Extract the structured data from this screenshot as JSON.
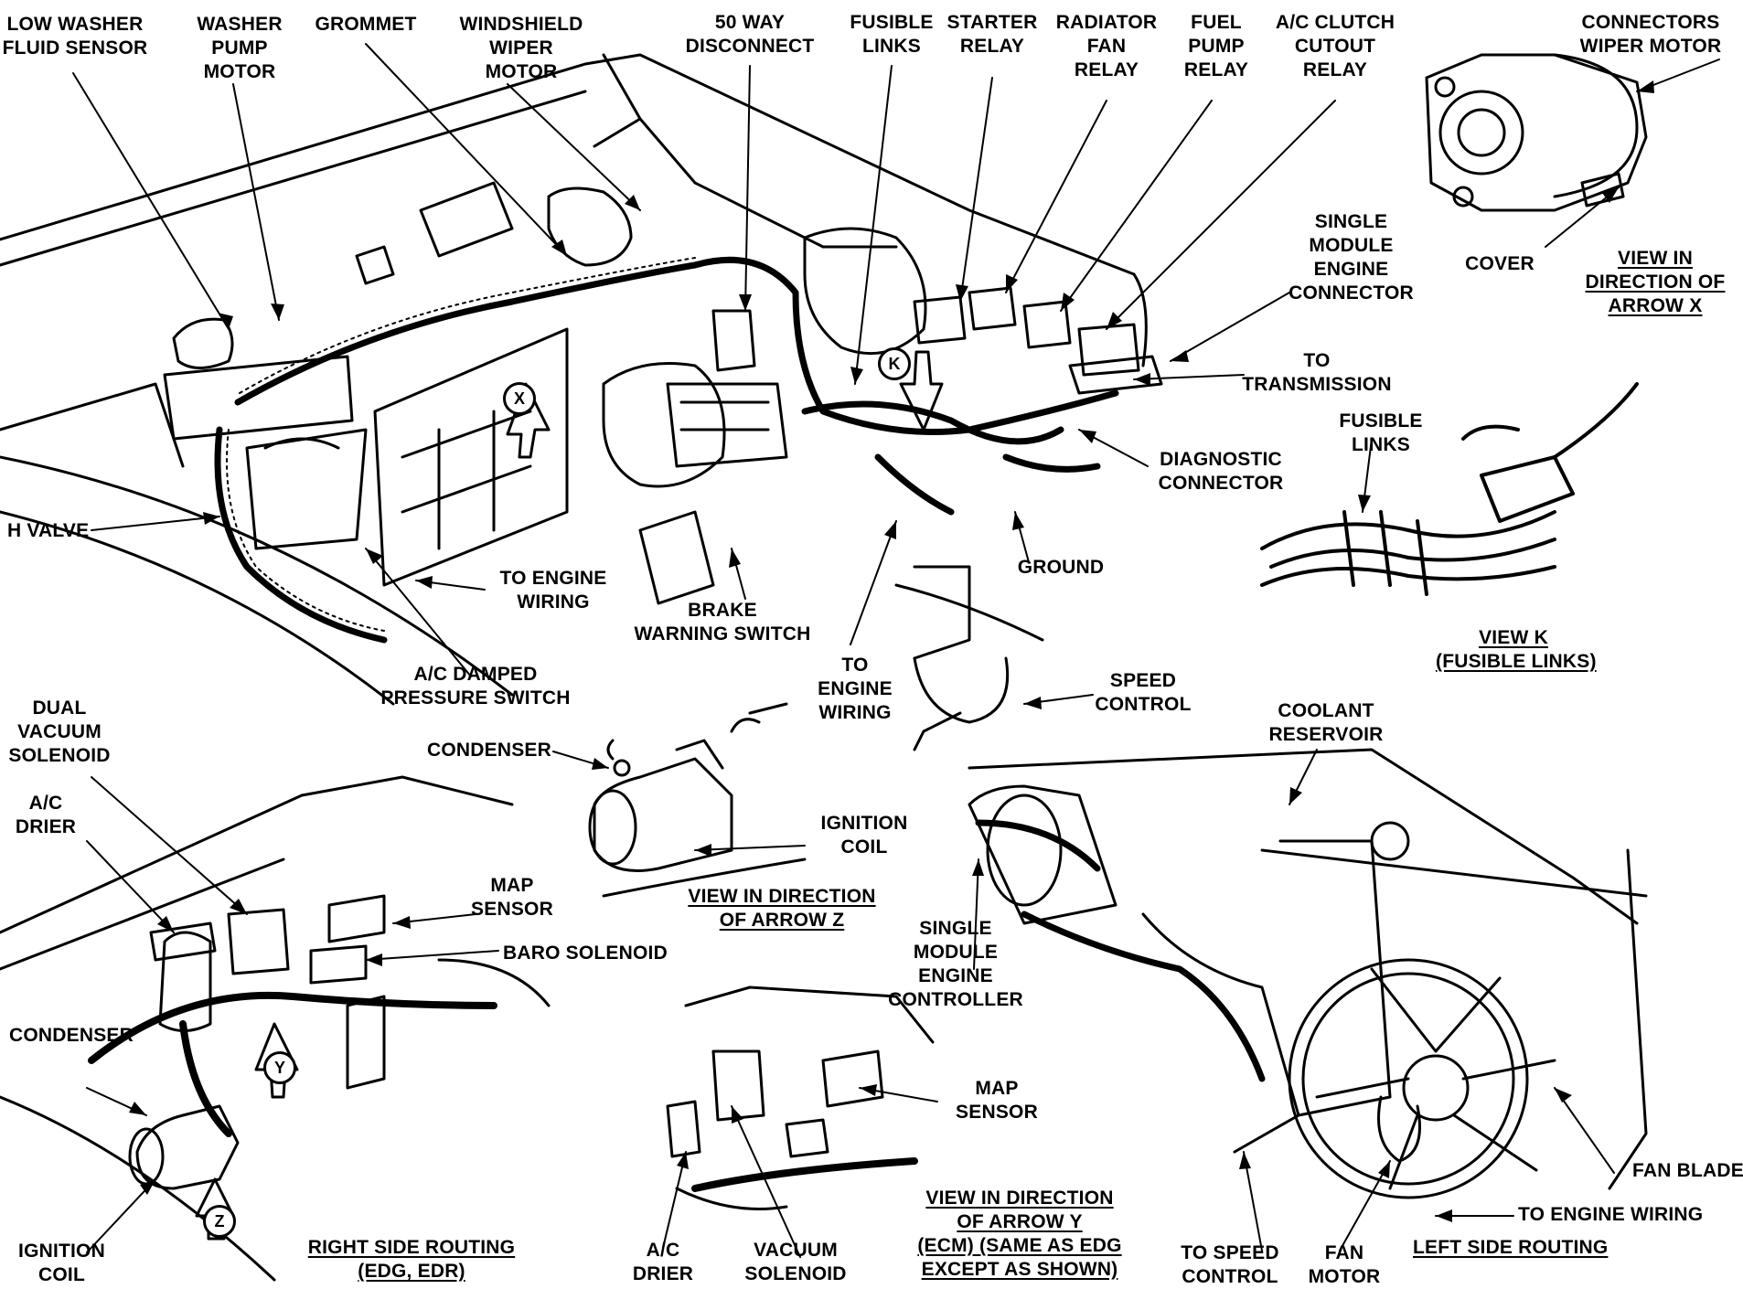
{
  "diagram": {
    "labels": {
      "low_washer_fluid_sensor": "LOW WASHER\nFLUID SENSOR",
      "washer_pump_motor": "WASHER\nPUMP\nMOTOR",
      "grommet": "GROMMET",
      "windshield_wiper_motor": "WINDSHIELD\nWIPER\nMOTOR",
      "disconnect_50_way": "50 WAY\nDISCONNECT",
      "fusible_links_top": "FUSIBLE\nLINKS",
      "starter_relay": "STARTER\nRELAY",
      "radiator_fan_relay": "RADIATOR\nFAN\nRELAY",
      "fuel_pump_relay": "FUEL\nPUMP\nRELAY",
      "ac_clutch_cutout_relay": "A/C CLUTCH\nCUTOUT\nRELAY",
      "connectors_wiper_motor": "CONNECTORS\nWIPER MOTOR",
      "cover": "COVER",
      "view_direction_arrow_x": "VIEW IN\nDIRECTION OF\nARROW X",
      "single_module_engine_connector": "SINGLE\nMODULE\nENGINE\nCONNECTOR",
      "to_transmission": "TO\nTRANSMISSION",
      "fusible_links_view_k": "FUSIBLE\nLINKS",
      "diagnostic_connector": "DIAGNOSTIC\nCONNECTOR",
      "h_valve": "H VALVE",
      "to_engine_wiring_left": "TO ENGINE\nWIRING",
      "brake_warning_switch": "BRAKE\nWARNING SWITCH",
      "ground": "GROUND",
      "view_k": "VIEW K\n(FUSIBLE LINKS)",
      "ac_damped_pressure_switch": "A/C DAMPED\nPRESSURE SWITCH",
      "to_engine_wiring_center": "TO\nENGINE\nWIRING",
      "speed_control": "SPEED\nCONTROL",
      "dual_vacuum_solenoid": "DUAL\nVACUUM\nSOLENOID",
      "condenser_top": "CONDENSER",
      "coolant_reservoir": "COOLANT\nRESERVOIR",
      "ac_drier_left": "A/C\nDRIER",
      "ignition_coil_center": "IGNITION\nCOIL",
      "map_sensor_left": "MAP\nSENSOR",
      "view_direction_arrow_z": "VIEW IN DIRECTION\nOF ARROW Z",
      "baro_solenoid": "BARO SOLENOID",
      "single_module_engine_controller": "SINGLE\nMODULE\nENGINE\nCONTROLLER",
      "condenser_left": "CONDENSER",
      "map_sensor_center": "MAP\nSENSOR",
      "fan_blade": "FAN BLADE",
      "to_engine_wiring_right": "TO ENGINE WIRING",
      "view_direction_arrow_y": "VIEW IN DIRECTION\nOF ARROW Y\n(ECM) (SAME AS EDG\nEXCEPT AS SHOWN)",
      "ignition_coil_left": "IGNITION\nCOIL",
      "right_side_routing": "RIGHT SIDE ROUTING\n(EDG, EDR)",
      "ac_drier_bottom": "A/C\nDRIER",
      "vacuum_solenoid": "VACUUM\nSOLENOID",
      "to_speed_control": "TO SPEED\nCONTROL",
      "fan_motor": "FAN\nMOTOR",
      "left_side_routing": "LEFT SIDE ROUTING"
    },
    "arrow_tags": {
      "x": "X",
      "k": "K",
      "y": "Y",
      "z": "Z"
    }
  }
}
